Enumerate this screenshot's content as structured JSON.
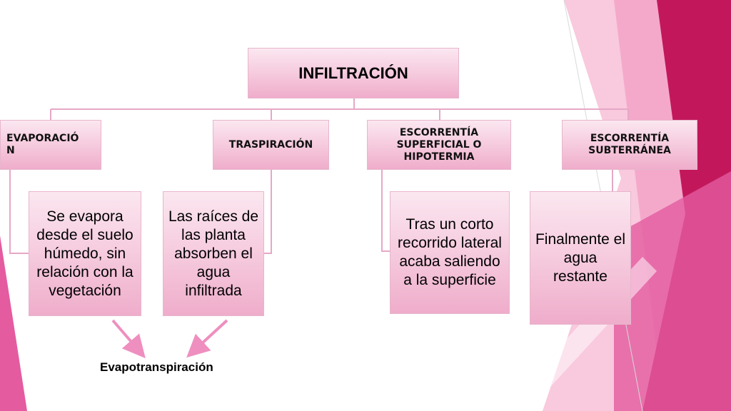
{
  "root": {
    "label": "INFILTRACIÓN"
  },
  "categories": [
    {
      "label": "EVAPORACIÓ\nN",
      "description": "Se evapora desde el suelo húmedo, sin relación con la vegetación"
    },
    {
      "label": "TRASPIRACIÓN",
      "description": "Las raíces de las planta absorben el agua infiltrada"
    },
    {
      "label": "ESCORRENTÍA SUPERFICIAL O HIPOTERMIA",
      "description": "Tras un corto recorrido lateral acaba saliendo a la superficie"
    },
    {
      "label": "ESCORRENTÍA SUBTERRÁNEA",
      "description": "Finalmente el agua restante"
    }
  ],
  "combined": {
    "label": "Evapotranspiración"
  },
  "colors": {
    "box_light": "#fbe7f0",
    "box_dark": "#efadcb",
    "connector": "#e6a8c6",
    "arrow": "#ee8fbf",
    "decor_magenta": "#c2185b",
    "decor_pink": "#e45ba0"
  }
}
